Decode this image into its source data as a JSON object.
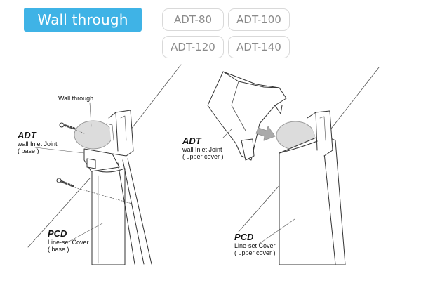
{
  "header": {
    "title": "Wall through"
  },
  "models": [
    "ADT-80",
    "ADT-100",
    "ADT-120",
    "ADT-140"
  ],
  "left_diagram": {
    "wall_label": "Wall through",
    "adt_title": "ADT",
    "adt_line1": "wall Inlet Joint",
    "adt_line2": "( base )",
    "pcd_title": "PCD",
    "pcd_line1": "Line-set Cover",
    "pcd_line2": "( base )"
  },
  "right_diagram": {
    "adt_title": "ADT",
    "adt_line1": "wall Inlet Joint",
    "adt_line2": "( upper cover )",
    "pcd_title": "PCD",
    "pcd_line1": "Line-set Cover",
    "pcd_line2": "( upper cover )"
  },
  "colors": {
    "badge": "#3fb3e6",
    "model_text": "#8a8a8a",
    "hole": "#dcdcdc",
    "arrow": "#aaaaaa"
  }
}
